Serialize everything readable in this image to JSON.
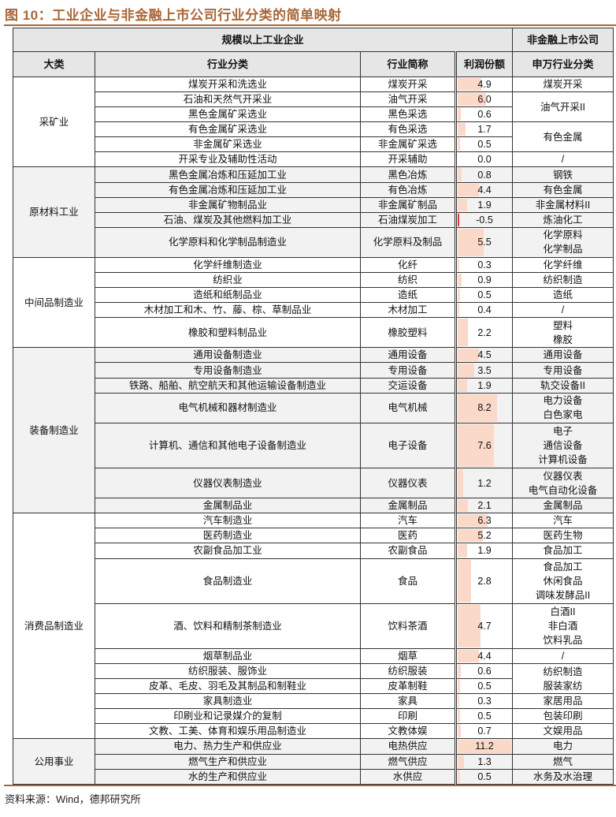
{
  "title": "图 10：工业企业与非金融上市公司行业分类的简单映射",
  "source": "资料来源：Wind，德邦研究所",
  "header": {
    "left_group": "规模以上工业企业",
    "right_group": "非金融上市公司",
    "columns": [
      "大类",
      "行业分类",
      "行业简称",
      "利润份额",
      "申万行业分类"
    ]
  },
  "colors": {
    "title": "#a8673a",
    "bar": "#fad9c9",
    "negative_bar": "#e53935",
    "header_bg": "#e6e6e6",
    "alt_row_bg": "#f2f2f2"
  },
  "profit_max": 11.2,
  "groups": [
    {
      "name": "采矿业",
      "rows": [
        {
          "industry": "煤炭开采和洗选业",
          "short": "煤炭开采",
          "profit": "4.9",
          "sw": [
            "煤炭开采"
          ],
          "sw_rows": 1
        },
        {
          "industry": "石油和天然气开采业",
          "short": "油气开采",
          "profit": "6.0",
          "sw": [
            "油气开采II"
          ],
          "sw_rows": 2
        },
        {
          "industry": "黑色金属矿采选业",
          "short": "黑色采选",
          "profit": "0.6",
          "sw": null
        },
        {
          "industry": "有色金属矿采选业",
          "short": "有色采选",
          "profit": "1.7",
          "sw": [
            "有色金属"
          ],
          "sw_rows": 2
        },
        {
          "industry": "非金属矿采选业",
          "short": "非金属矿采选",
          "profit": "0.5",
          "sw": null
        },
        {
          "industry": "开采专业及辅助性活动",
          "short": "开采辅助",
          "profit": "0.0",
          "sw": [
            "/"
          ],
          "sw_rows": 1
        }
      ]
    },
    {
      "name": "原材料工业",
      "rows": [
        {
          "industry": "黑色金属冶炼和压延加工业",
          "short": "黑色冶炼",
          "profit": "0.8",
          "sw": [
            "钢铁"
          ],
          "sw_rows": 1
        },
        {
          "industry": "有色金属冶炼和压延加工业",
          "short": "有色冶炼",
          "profit": "4.4",
          "sw": [
            "有色金属"
          ],
          "sw_rows": 1
        },
        {
          "industry": "非金属矿物制品业",
          "short": "非金属矿制品",
          "profit": "1.9",
          "sw": [
            "非金属材料II"
          ],
          "sw_rows": 1
        },
        {
          "industry": "石油、煤炭及其他燃料加工业",
          "short": "石油煤炭加工",
          "profit": "-0.5",
          "sw": [
            "炼油化工"
          ],
          "sw_rows": 1
        },
        {
          "industry": "化学原料和化学制品制造业",
          "short": "化学原料及制品",
          "profit": "5.5",
          "sw": [
            "化学原料",
            "化学制品"
          ],
          "sw_rows": 1
        }
      ]
    },
    {
      "name": "中间品制造业",
      "rows": [
        {
          "industry": "化学纤维制造业",
          "short": "化纤",
          "profit": "0.3",
          "sw": [
            "化学纤维"
          ],
          "sw_rows": 1
        },
        {
          "industry": "纺织业",
          "short": "纺织",
          "profit": "0.9",
          "sw": [
            "纺织制造"
          ],
          "sw_rows": 1
        },
        {
          "industry": "造纸和纸制品业",
          "short": "造纸",
          "profit": "0.5",
          "sw": [
            "造纸"
          ],
          "sw_rows": 1
        },
        {
          "industry": "木材加工和木、竹、藤、棕、草制品业",
          "short": "木材加工",
          "profit": "0.4",
          "sw": [
            "/"
          ],
          "sw_rows": 1
        },
        {
          "industry": "橡胶和塑料制品业",
          "short": "橡胶塑料",
          "profit": "2.2",
          "sw": [
            "塑料",
            "橡胶"
          ],
          "sw_rows": 1
        }
      ]
    },
    {
      "name": "装备制造业",
      "rows": [
        {
          "industry": "通用设备制造业",
          "short": "通用设备",
          "profit": "4.5",
          "sw": [
            "通用设备"
          ],
          "sw_rows": 1
        },
        {
          "industry": "专用设备制造业",
          "short": "专用设备",
          "profit": "3.5",
          "sw": [
            "专用设备"
          ],
          "sw_rows": 1
        },
        {
          "industry": "铁路、船舶、航空航天和其他运输设备制造业",
          "short": "交运设备",
          "profit": "1.9",
          "sw": [
            "轨交设备II"
          ],
          "sw_rows": 1
        },
        {
          "industry": "电气机械和器材制造业",
          "short": "电气机械",
          "profit": "8.2",
          "sw": [
            "电力设备",
            "白色家电"
          ],
          "sw_rows": 1
        },
        {
          "industry": "计算机、通信和其他电子设备制造业",
          "short": "电子设备",
          "profit": "7.6",
          "sw": [
            "电子",
            "通信设备",
            "计算机设备"
          ],
          "sw_rows": 1
        },
        {
          "industry": "仪器仪表制造业",
          "short": "仪器仪表",
          "profit": "1.2",
          "sw": [
            "仪器仪表",
            "电气自动化设备"
          ],
          "sw_rows": 1
        },
        {
          "industry": "金属制品业",
          "short": "金属制品",
          "profit": "2.1",
          "sw": [
            "金属制品"
          ],
          "sw_rows": 1
        }
      ]
    },
    {
      "name": "消费品制造业",
      "rows": [
        {
          "industry": "汽车制造业",
          "short": "汽车",
          "profit": "6.3",
          "sw": [
            "汽车"
          ],
          "sw_rows": 1
        },
        {
          "industry": "医药制造业",
          "short": "医药",
          "profit": "5.2",
          "sw": [
            "医药生物"
          ],
          "sw_rows": 1
        },
        {
          "industry": "农副食品加工业",
          "short": "农副食品",
          "profit": "1.9",
          "sw": [
            "食品加工"
          ],
          "sw_rows": 1
        },
        {
          "industry": "食品制造业",
          "short": "食品",
          "profit": "2.8",
          "sw": [
            "食品加工",
            "休闲食品",
            "调味发酵品II"
          ],
          "sw_rows": 1
        },
        {
          "industry": "酒、饮料和精制茶制造业",
          "short": "饮料茶酒",
          "profit": "4.7",
          "sw": [
            "白酒II",
            "非白酒",
            "饮料乳品"
          ],
          "sw_rows": 1
        },
        {
          "industry": "烟草制品业",
          "short": "烟草",
          "profit": "4.4",
          "sw": [
            "/"
          ],
          "sw_rows": 1
        },
        {
          "industry": "纺织服装、服饰业",
          "short": "纺织服装",
          "profit": "0.6",
          "sw": [
            "纺织制造",
            "服装家纺"
          ],
          "sw_rows": 2
        },
        {
          "industry": "皮革、毛皮、羽毛及其制品和制鞋业",
          "short": "皮革制鞋",
          "profit": "0.5",
          "sw": null
        },
        {
          "industry": "家具制造业",
          "short": "家具",
          "profit": "0.3",
          "sw": [
            "家居用品"
          ],
          "sw_rows": 1
        },
        {
          "industry": "印刷业和记录媒介的复制",
          "short": "印刷",
          "profit": "0.5",
          "sw": [
            "包装印刷"
          ],
          "sw_rows": 1
        },
        {
          "industry": "文教、工美、体育和娱乐用品制造业",
          "short": "文教体娱",
          "profit": "0.7",
          "sw": [
            "文娱用品"
          ],
          "sw_rows": 1
        }
      ]
    },
    {
      "name": "公用事业",
      "rows": [
        {
          "industry": "电力、热力生产和供应业",
          "short": "电热供应",
          "profit": "11.2",
          "sw": [
            "电力"
          ],
          "sw_rows": 1
        },
        {
          "industry": "燃气生产和供应业",
          "short": "燃气供应",
          "profit": "1.3",
          "sw": [
            "燃气"
          ],
          "sw_rows": 1
        },
        {
          "industry": "水的生产和供应业",
          "short": "水供应",
          "profit": "0.5",
          "sw": [
            "水务及水治理"
          ],
          "sw_rows": 1
        }
      ]
    }
  ]
}
